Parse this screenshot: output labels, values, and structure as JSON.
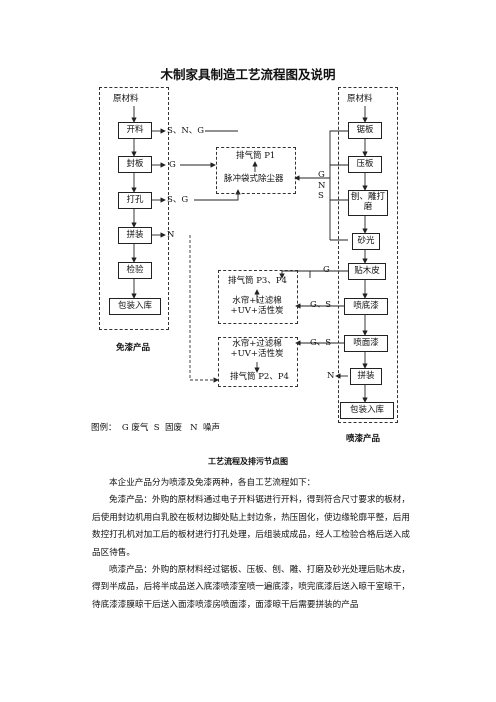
{
  "title": "木制家具制造工艺流程图及说明",
  "left_group": {
    "header": "原材料",
    "steps": [
      "开料",
      "封板",
      "打孔",
      "拼装",
      "检验",
      "包装入库"
    ],
    "emissions": [
      "S、N、G",
      "G",
      "S、G",
      "N"
    ],
    "footer": "免漆产品"
  },
  "right_group": {
    "header": "原材料",
    "steps": [
      "锯板",
      "压板",
      "刨、雕打磨",
      "砂光",
      "贴木皮",
      "喷底漆",
      "喷面漆",
      "拼装",
      "包装入库"
    ],
    "emissions": [
      "G\nN\nS",
      "G",
      "G、S",
      "G、S",
      "N"
    ],
    "footer": "喷漆产品"
  },
  "treatment": {
    "p1": [
      "排气筒 P1",
      "脉冲袋式除尘器"
    ],
    "p34": [
      "排气筒 P3、P4",
      "水帘+过滤棉+UV+活性炭"
    ],
    "p24": [
      "水帘+过滤棉+UV+活性炭",
      "排气筒 P2、P4"
    ]
  },
  "legend": "图例：  G 废气  S  固废   N  噪声",
  "caption": "工艺流程及排污节点图",
  "paragraphs": [
    "本企业产品分为喷漆及免漆两种，各自工艺流程如下：",
    "免漆产品：外购的原材料通过电子开料锯进行开料，得到符合尺寸要求的板材，后使用封边机用白乳胶在板材边脚处贴上封边条，热压固化，使边缘轮廓平整，后用数控打孔机对加工后的板材进行打孔处理，后组装成成品，经人工检验合格后送入成品区待售。",
    "喷漆产品：外购的原材料经过锯板、压板、刨、雕、打磨及砂光处理后贴木皮，得到半成品，后将半成品送入底漆喷漆室喷一遍底漆，喷完底漆后送入晾干室晾干，待底漆漆膜晾干后送入面漆喷漆房喷面漆，面漆晾干后需要拼装的产品"
  ]
}
